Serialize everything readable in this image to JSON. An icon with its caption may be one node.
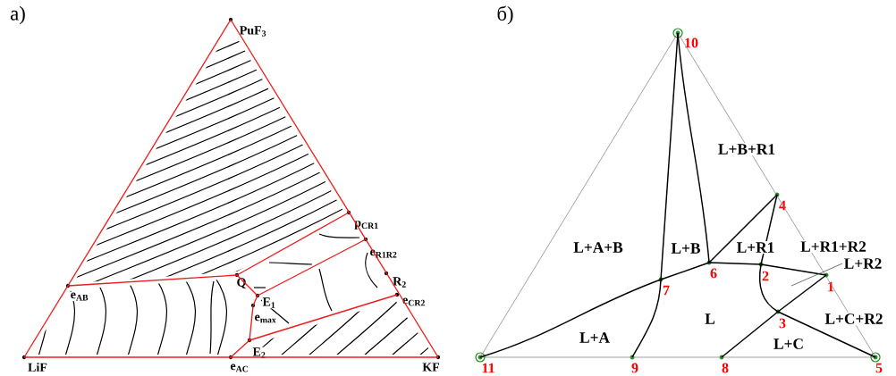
{
  "diagram": {
    "nodes": [
      {
        "text": [
          "PuF$_{3}$"
        ]
      },
      {
        "text": [
          "LiF"
        ]
      },
      {
        "text": [
          "KF"
        ]
      },
      {
        "text": [
          "e$_{AC}$"
        ]
      },
      {
        "text": [
          "e$_{AB}$"
        ]
      },
      {
        "text": [
          "Q"
        ]
      },
      {
        "text": [
          "E$_{1}$"
        ]
      },
      {
        "text": [
          "e$_{max}$"
        ]
      },
      {
        "text": [
          "E$_{2}$"
        ]
      },
      {
        "text": [
          "p$_{CR1}$"
        ]
      },
      {
        "text": [
          "e$_{R1R2}$"
        ]
      },
      {
        "text": [
          "R$_{2}$"
        ]
      },
      {
        "text": [
          "e$_{CR2}$"
        ]
      },
      {
        "text": [
          "10"
        ]
      },
      {
        "text": [
          "11"
        ]
      },
      {
        "text": [
          "5"
        ]
      },
      {
        "text": [
          "4"
        ]
      },
      {
        "text": [
          "6"
        ]
      },
      {
        "text": [
          "2"
        ]
      },
      {
        "text": [
          "1"
        ]
      },
      {
        "text": [
          "7"
        ]
      },
      {
        "text": [
          "3"
        ]
      },
      {
        "text": [
          "9"
        ]
      },
      {
        "text": [
          "8"
        ]
      },
      {
        "text": [
          "L+R2"
        ]
      }
    ],
    "edges": [
      {
        "from": 1,
        "to": 0,
        "arrow": "none",
        "color": "#ee1c1c"
      },
      {
        "from": 0,
        "to": 2,
        "arrow": "none",
        "color": "#ee1c1c"
      },
      {
        "from": 1,
        "to": 2,
        "arrow": "none",
        "color": "#ee1c1c"
      },
      {
        "from": 4,
        "to": 5,
        "arrow": "none",
        "color": "#ee1c1c"
      },
      {
        "from": 5,
        "to": 9,
        "arrow": "none",
        "color": "#ee1c1c"
      },
      {
        "from": 5,
        "to": 6,
        "arrow": "none",
        "color": "#ee1c1c"
      },
      {
        "from": 6,
        "to": 10,
        "arrow": "none",
        "color": "#ee1c1c"
      },
      {
        "from": 6,
        "to": 7,
        "arrow": "none",
        "color": "#ee1c1c"
      },
      {
        "from": 7,
        "to": 8,
        "arrow": "none",
        "color": "#ee1c1c"
      },
      {
        "from": 8,
        "to": 3,
        "arrow": "none",
        "color": "#ee1c1c"
      },
      {
        "from": 8,
        "to": 12,
        "arrow": "none",
        "color": "#ee1c1c"
      },
      {
        "from": 14,
        "to": 13,
        "arrow": "none",
        "color": "#808080"
      },
      {
        "from": 13,
        "to": 15,
        "arrow": "none",
        "color": "#808080"
      },
      {
        "from": 14,
        "to": 15,
        "arrow": "none",
        "color": "#808080"
      },
      {
        "from": 13,
        "to": 20,
        "arrow": "none"
      },
      {
        "from": 13,
        "to": 17,
        "arrow": "none"
      },
      {
        "from": 20,
        "to": 22,
        "arrow": "none"
      },
      {
        "from": 14,
        "to": 20,
        "arrow": "none"
      },
      {
        "from": 20,
        "to": 17,
        "arrow": "none"
      },
      {
        "from": 17,
        "to": 16,
        "arrow": "none"
      },
      {
        "from": 16,
        "to": 18,
        "arrow": "none"
      },
      {
        "from": 17,
        "to": 18,
        "arrow": "none"
      },
      {
        "from": 18,
        "to": 19,
        "arrow": "none"
      },
      {
        "from": 18,
        "to": 21,
        "arrow": "none"
      },
      {
        "from": 19,
        "to": 21,
        "arrow": "none"
      },
      {
        "from": 21,
        "to": 23,
        "arrow": "none"
      },
      {
        "from": 21,
        "to": 15,
        "arrow": "none"
      },
      {
        "from": 24,
        "to": null,
        "arrow": "none",
        "color": "#404040"
      }
    ],
    "labels": [
      "а)",
      "б)",
      "L+B+R1",
      "L+A+B",
      "L+B",
      "L+R1",
      "L+R1+R2",
      "L",
      "L+C+R2",
      "L+A",
      "L+C"
    ]
  }
}
